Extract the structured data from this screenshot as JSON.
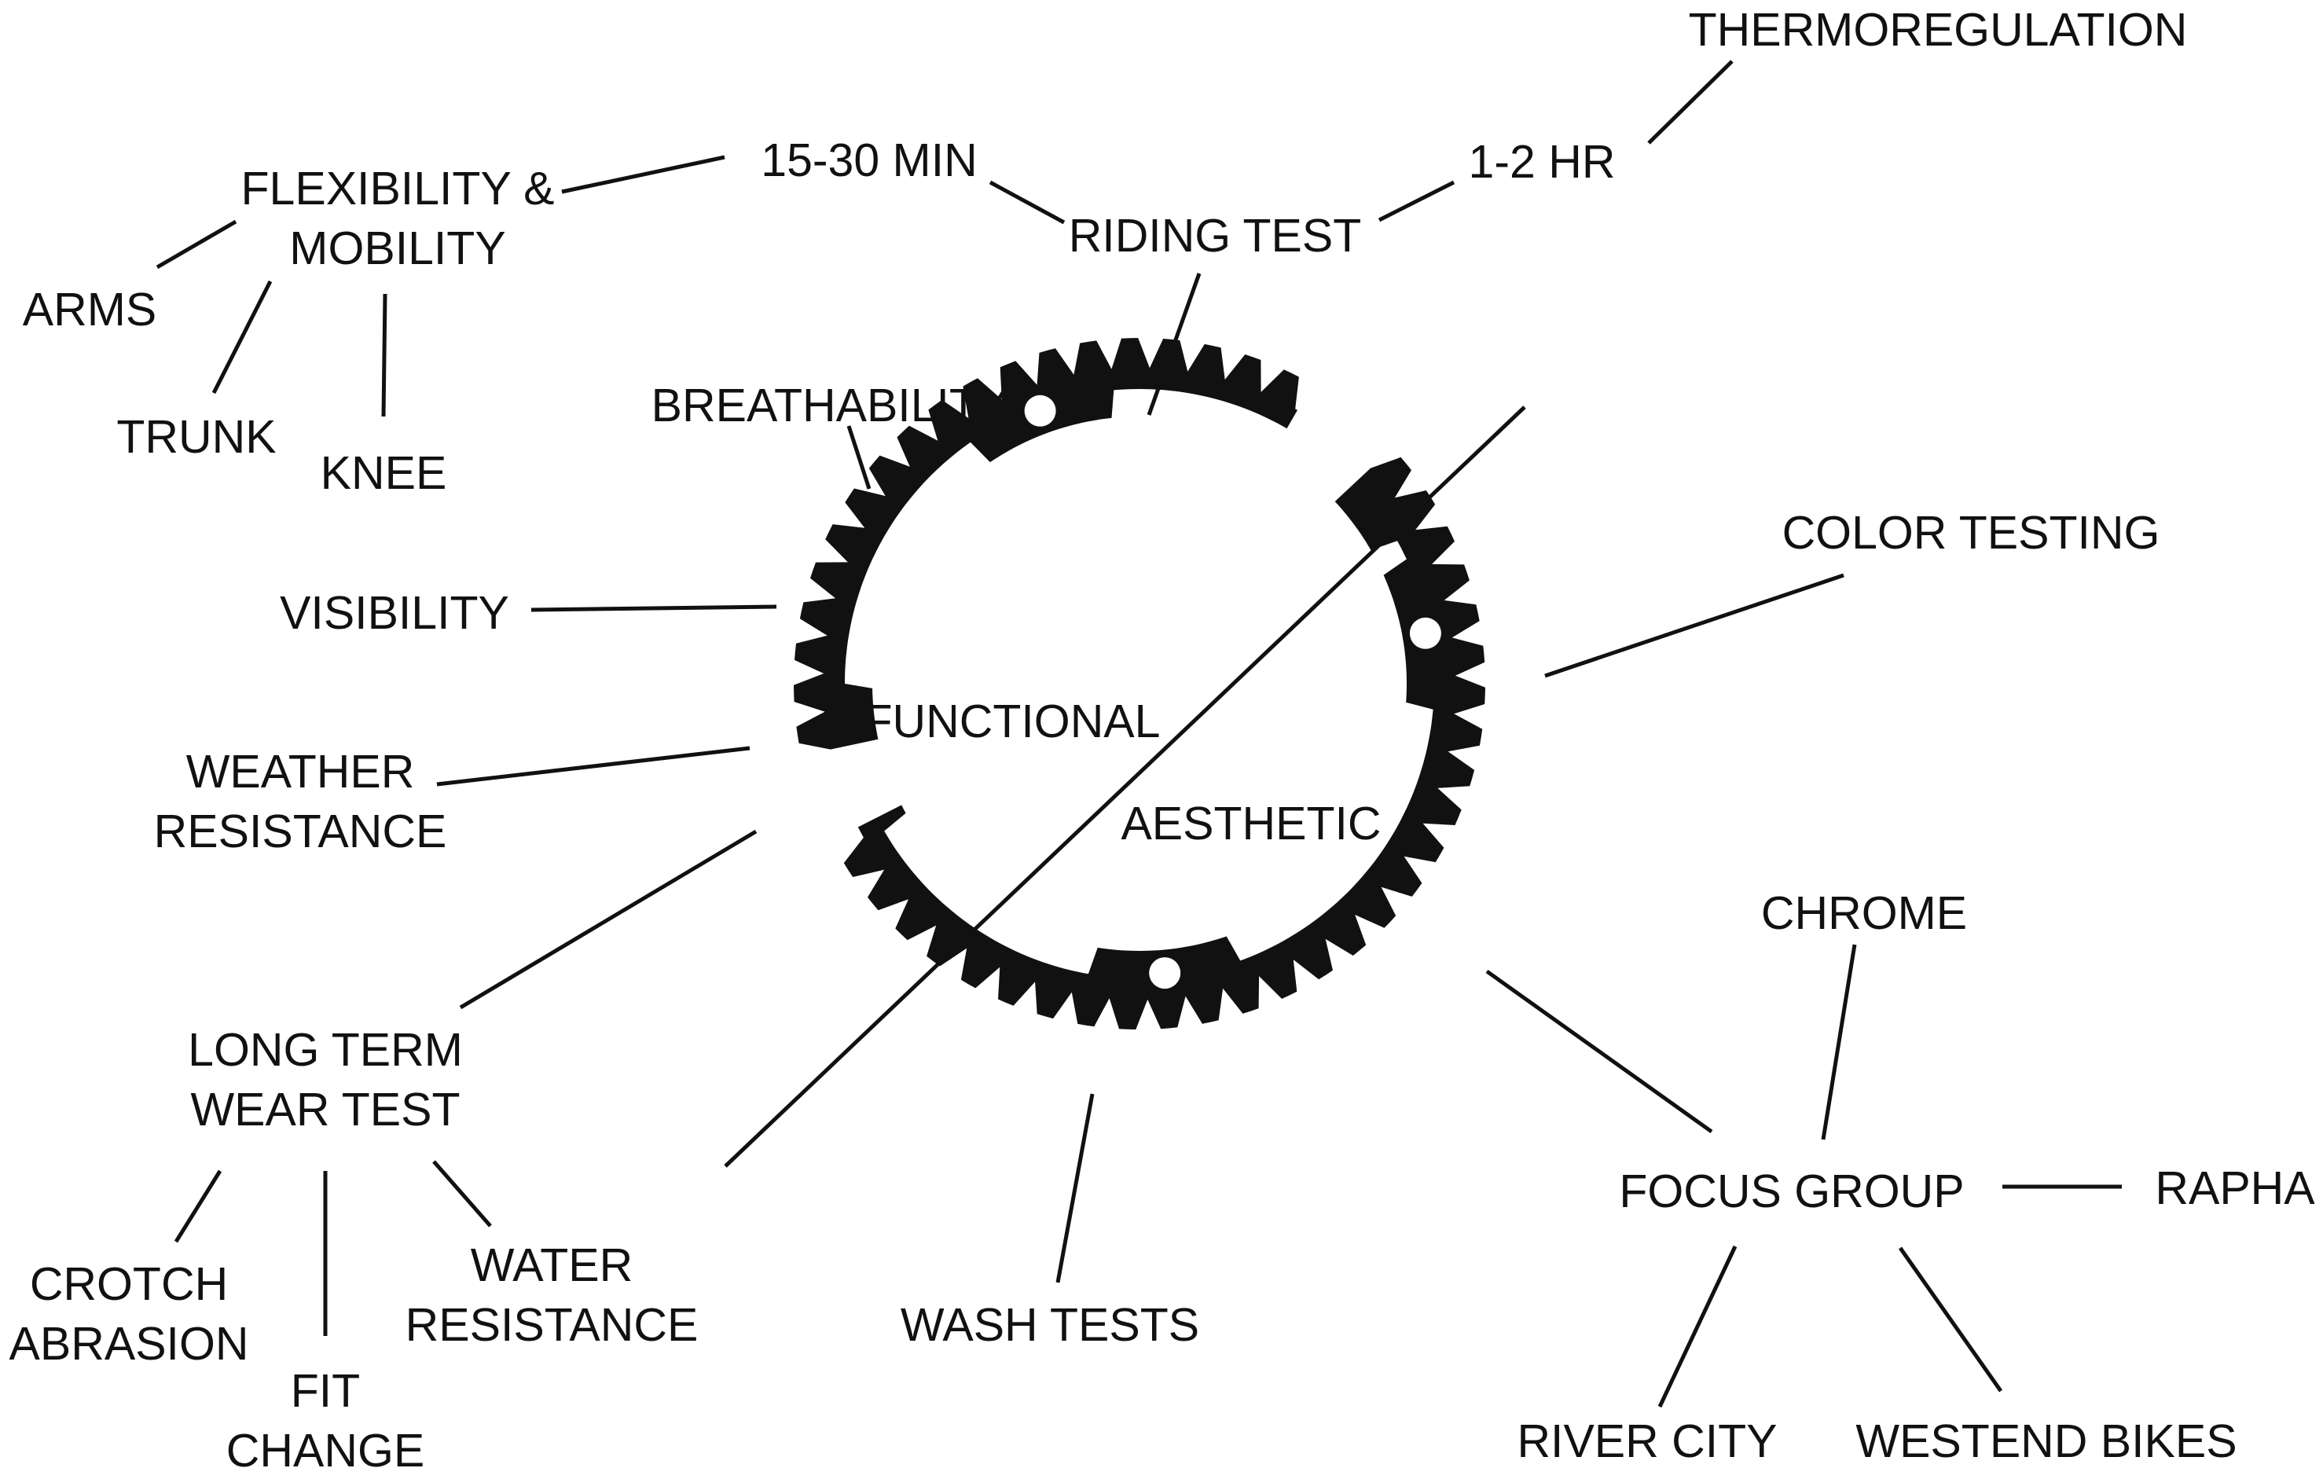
{
  "center": {
    "left_label": "FUNCTIONAL",
    "right_label": "AESTHETIC"
  },
  "nodes": {
    "thermoregulation": "THERMOREGULATION",
    "min_15_30": "15-30 MIN",
    "hr_1_2": "1-2 HR",
    "flexibility": [
      "FLEXIBILITY &",
      "MOBILITY"
    ],
    "riding_test": "RIDING TEST",
    "arms": "ARMS",
    "trunk": "TRUNK",
    "knee": "KNEE",
    "breathability": "BREATHABILITY",
    "visibility": "VISIBILITY",
    "weather_resistance": [
      "WEATHER",
      "RESISTANCE"
    ],
    "long_term_wear_test": [
      "LONG TERM",
      "WEAR TEST"
    ],
    "crotch_abrasion": [
      "CROTCH",
      "ABRASION"
    ],
    "fit_change": [
      "FIT",
      "CHANGE"
    ],
    "water_resistance": [
      "WATER",
      "RESISTANCE"
    ],
    "wash_tests": "WASH TESTS",
    "color_testing": "COLOR TESTING",
    "chrome": "CHROME",
    "focus_group": "FOCUS GROUP",
    "rapha": "RAPHA",
    "river_city": "RIVER CITY",
    "westend_bikes": "WESTEND BIKES"
  },
  "colors": {
    "ink": "#111111",
    "background": "#ffffff"
  }
}
